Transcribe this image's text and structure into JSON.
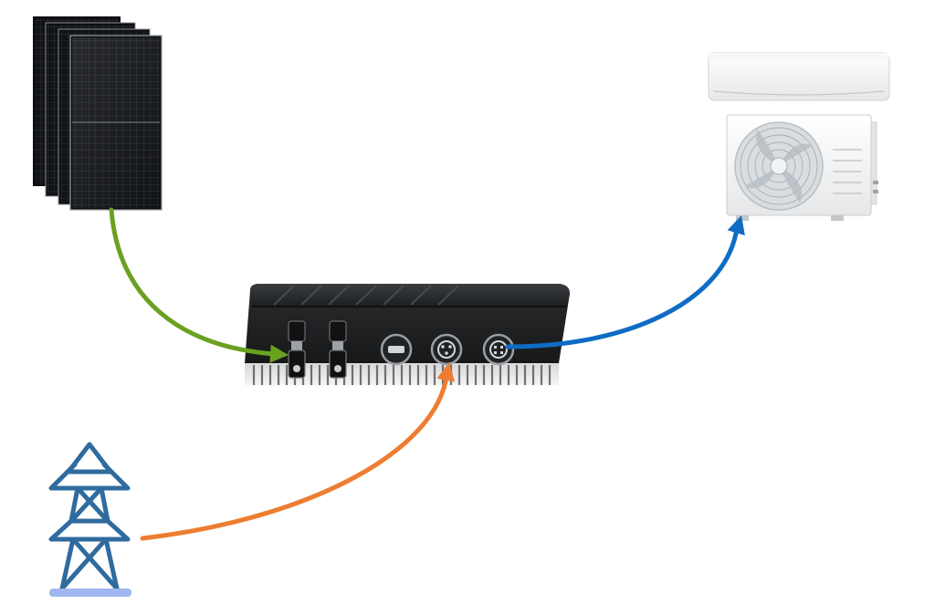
{
  "diagram": {
    "nodes": [
      {
        "id": "solar-panels",
        "icon": "solar-panel-array-icon"
      },
      {
        "id": "inverter",
        "icon": "hybrid-inverter-icon"
      },
      {
        "id": "air-conditioner",
        "icon": "split-air-conditioner-icon"
      },
      {
        "id": "grid",
        "icon": "transmission-tower-icon"
      }
    ],
    "connections": [
      {
        "from": "solar-panels",
        "to": "inverter",
        "color": "#6aa121"
      },
      {
        "from": "grid",
        "to": "inverter",
        "color": "#ed7d31"
      },
      {
        "from": "inverter",
        "to": "air-conditioner",
        "color": "#0f6cc4"
      }
    ]
  }
}
